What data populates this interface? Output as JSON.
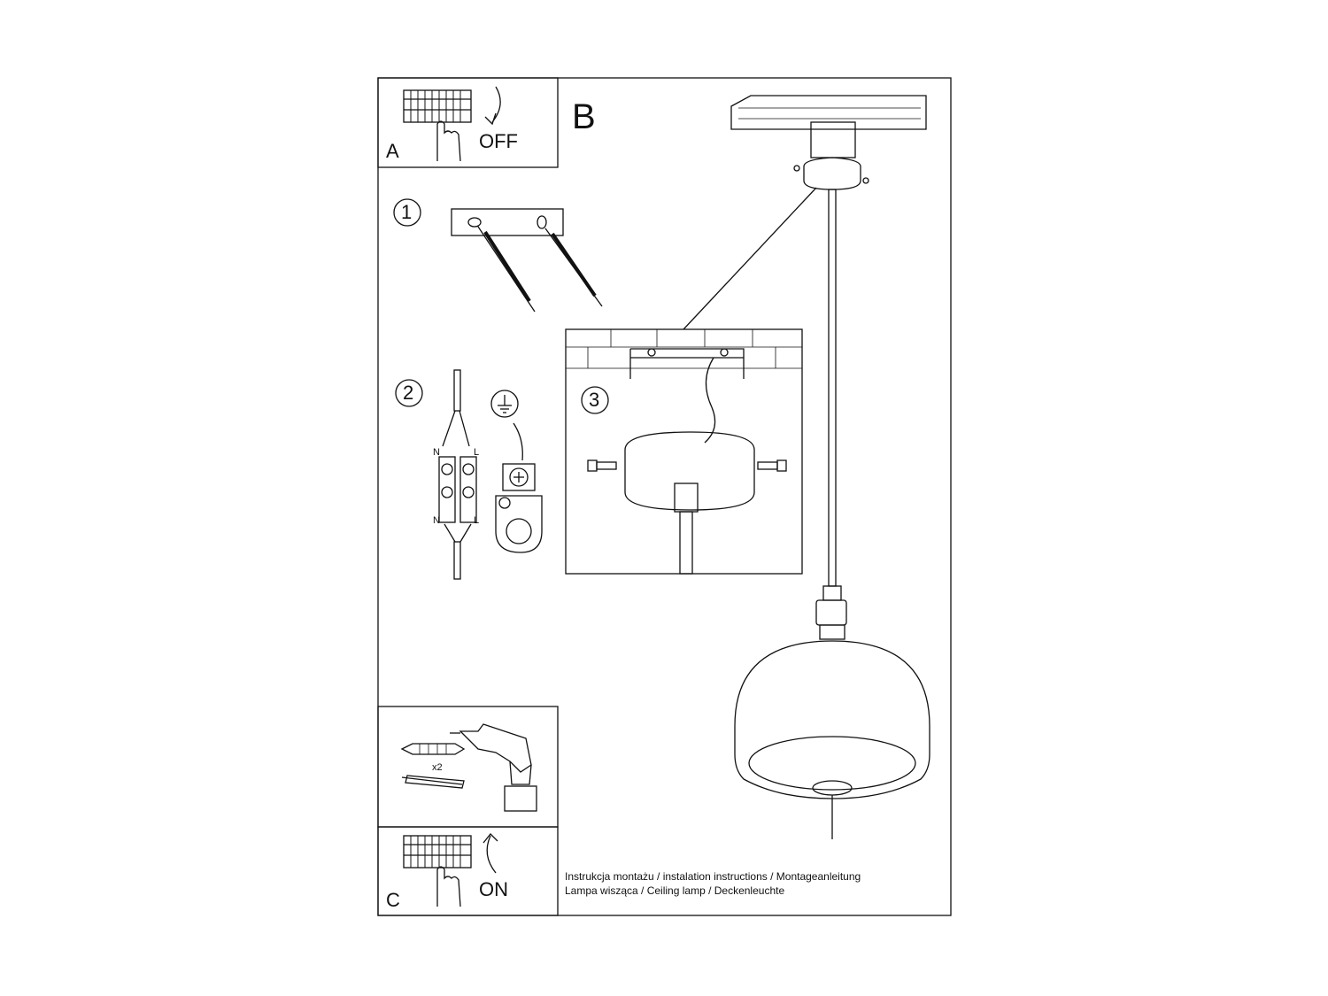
{
  "panel_a": {
    "letter": "A",
    "state": "OFF"
  },
  "panel_b": {
    "letter": "B"
  },
  "panel_c": {
    "letter": "C",
    "state": "ON"
  },
  "steps": {
    "one": "1",
    "two": "2",
    "three": "3"
  },
  "wiring": {
    "n_top": "N",
    "l_top": "L",
    "n_bottom": "N",
    "l_bottom": "L"
  },
  "tools": {
    "quantity": "x2"
  },
  "footer": {
    "line1": "Instrukcja montażu / instalation instructions / Montageanleitung",
    "line2": "Lampa wisząca / Ceiling lamp  / Deckenleuchte"
  },
  "icons": [
    "fuse-box-icon",
    "hand-icon",
    "curved-arrow-down-icon",
    "curved-arrow-up-icon",
    "ground-symbol-icon",
    "drill-icon",
    "wall-plug-icon",
    "screw-icon"
  ]
}
